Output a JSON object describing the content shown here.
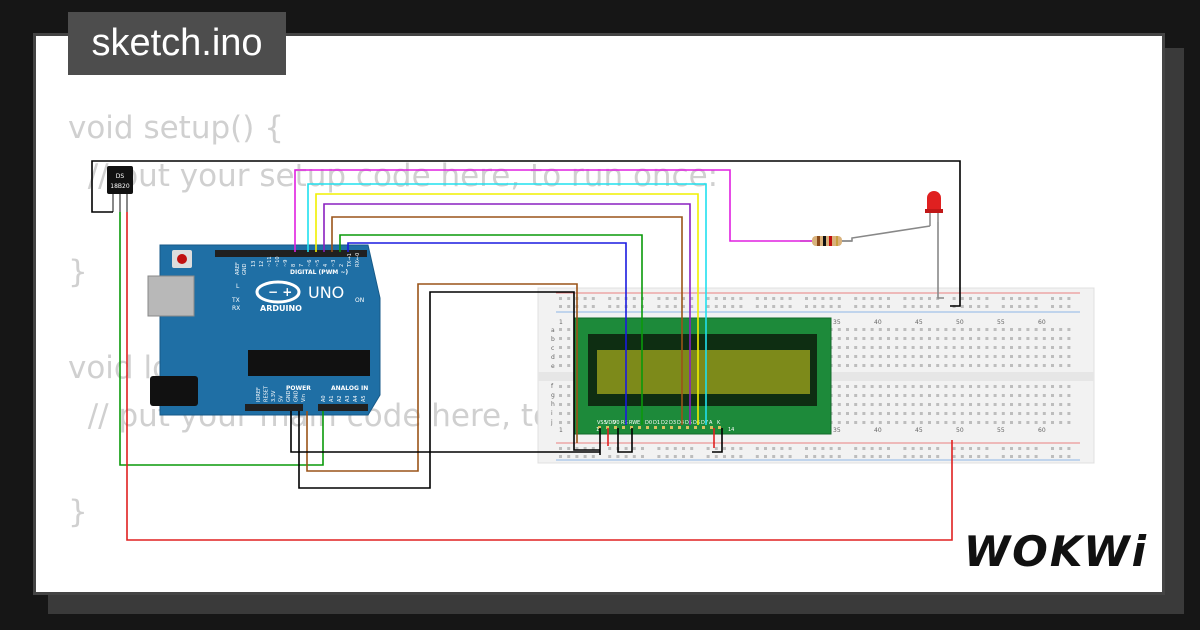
{
  "filename": "sketch.ino",
  "code_lines": [
    "void setup() {",
    "  // put your setup code here, to run once:",
    "",
    "}",
    "",
    "void loop() {",
    "  // put your main code here, to run repeatedly:",
    "",
    "}"
  ],
  "brand": "WOKWi",
  "sensor": {
    "label_line1": "DS",
    "label_line2": "18B20"
  },
  "arduino": {
    "model": "UNO",
    "brand": "ARDUINO",
    "digital_label": "DIGITAL (PWM ~)",
    "power_label": "POWER",
    "analog_label": "ANALOG IN",
    "on_label": "ON",
    "tx_label": "TX",
    "rx_label": "RX",
    "l_label": "L",
    "aref_label": "AREF",
    "gnd_label": "GND",
    "power_pins": [
      "IOREF",
      "RESET",
      "3.3V",
      "5V",
      "GND",
      "GND",
      "Vin"
    ],
    "analog_pins": [
      "A0",
      "A1",
      "A2",
      "A3",
      "A4",
      "A5"
    ],
    "digital_pins": [
      "13",
      "12",
      "~11",
      "~10",
      "~9",
      "8",
      "7",
      "~6",
      "~5",
      "4",
      "~3",
      "2",
      "TX→1",
      "RX←0"
    ]
  },
  "lcd": {
    "pin_labels": [
      "VSS",
      "VDD",
      "V0",
      "RS",
      "RW",
      "E",
      "D0",
      "D1",
      "D2",
      "D3",
      "D4",
      "D5",
      "D6",
      "D7",
      "A",
      "K"
    ],
    "pin_first": "1",
    "pin_last": "14"
  },
  "breadboard": {
    "top_numbers": [
      "1",
      "35",
      "40",
      "45",
      "50",
      "55",
      "60"
    ],
    "bottom_numbers": [
      "1",
      "35",
      "40",
      "45",
      "50",
      "55",
      "60"
    ],
    "row_letters_top": [
      "a",
      "b",
      "c",
      "d",
      "e"
    ],
    "row_letters_bottom": [
      "f",
      "g",
      "h",
      "i",
      "j"
    ]
  },
  "colors": {
    "board_blue": "#1f6fa5",
    "lcd_green": "#1d8a3a",
    "lcd_screen": "#7d8a1a",
    "wire_red": "#e02020",
    "wire_green": "#0a9a0a",
    "wire_black": "#000000",
    "wire_blue": "#1a1ae0",
    "wire_magenta": "#e020e0",
    "wire_cyan": "#20e0ee",
    "wire_yellow": "#f0f000",
    "wire_purple": "#8a20c0",
    "wire_brown": "#9a5418",
    "wire_gray": "#888888"
  }
}
